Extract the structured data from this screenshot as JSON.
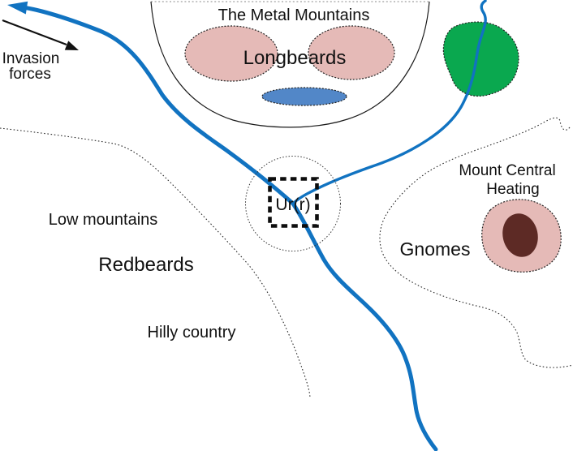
{
  "colors": {
    "river": "#1173c1",
    "lake": "#5287c8",
    "mountain_pink": "#e5bab7",
    "forest_green": "#0aa84f",
    "caldera_brown": "#5d2a25"
  },
  "labels": {
    "invasion": {
      "line1": "Invasion",
      "line2": "forces"
    },
    "metal_mountains": "The Metal Mountains",
    "longbeards": "Longbeards",
    "city": "Ur(r)",
    "low_mountains": "Low mountains",
    "redbeards": "Redbeards",
    "hilly_country": "Hilly country",
    "gnomes": "Gnomes",
    "mount_central": {
      "line1": "Mount Central",
      "line2": "Heating"
    }
  }
}
